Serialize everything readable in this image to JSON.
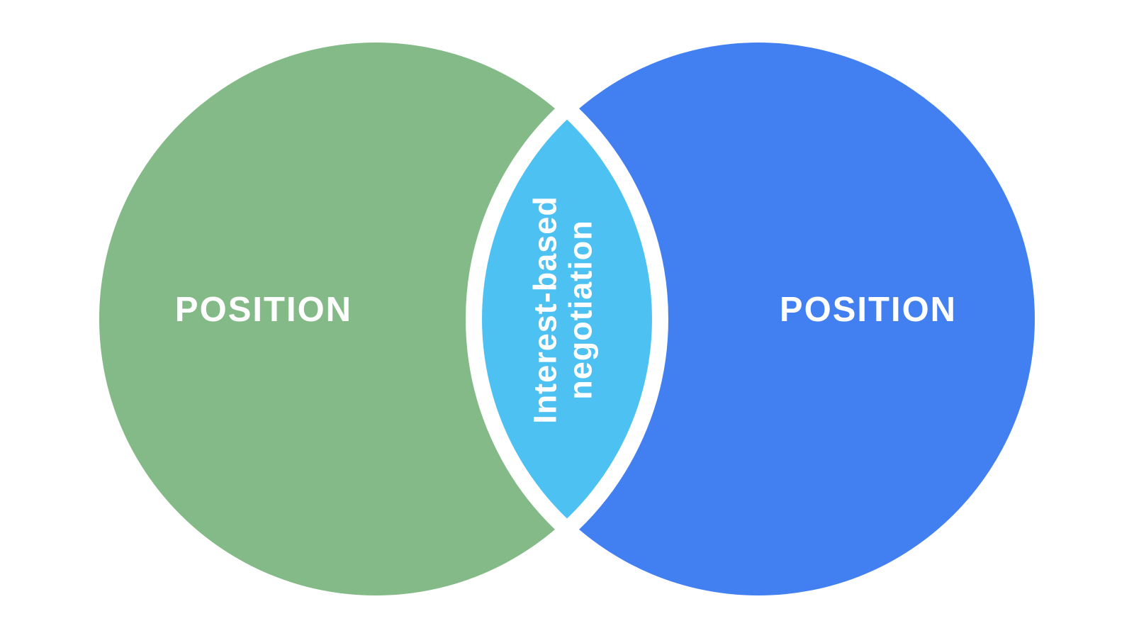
{
  "diagram": {
    "type": "venn",
    "background": "#FFFFFF",
    "left_circle": {
      "label": "POSITION",
      "color": "#84BA87",
      "text_color": "#FFFFFF"
    },
    "right_circle": {
      "label": "POSITION",
      "color": "#4280F2",
      "text_color": "#FFFFFF"
    },
    "overlap": {
      "label_line1": "Interest-based",
      "label_line2": "negotiation",
      "label_full": "Interest-based negotiation",
      "color": "#4DC2F2",
      "text_color": "#FFFFFF",
      "text_rotation_deg": -90
    }
  }
}
